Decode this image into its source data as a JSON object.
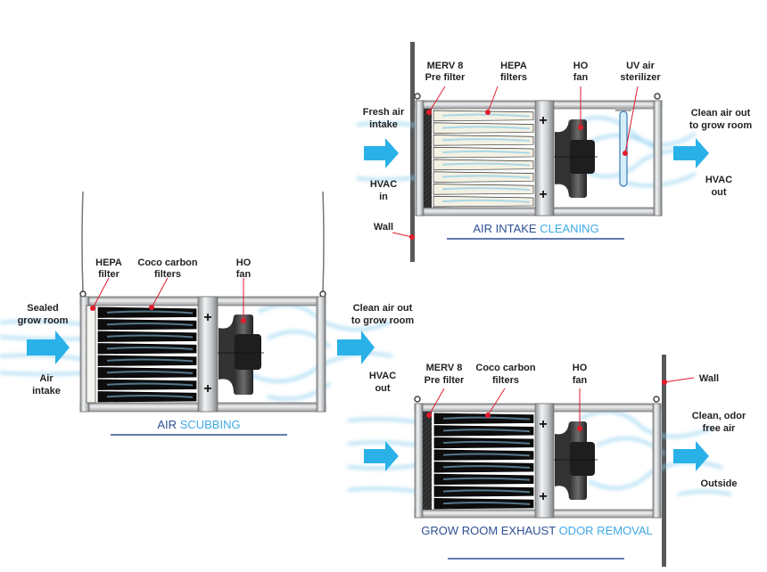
{
  "colors": {
    "title_dark": "#2e4f94",
    "title_light": "#3fa9e6",
    "arrow": "#29b1e8",
    "airflow": "#8fd0f0",
    "pointer": "#e21b2c",
    "frame": "#b9bcbf",
    "wall": "#58595b"
  },
  "diagrams": {
    "air_scrubbing": {
      "title_part1": "AIR",
      "title_part2": "SCUBBING",
      "labels": {
        "hepa_line1": "HEPA",
        "hepa_line2": "filter",
        "coco_line1": "Coco carbon",
        "coco_line2": "filters",
        "fan_line1": "HO",
        "fan_line2": "fan",
        "sealed_line1": "Sealed",
        "sealed_line2": "grow room",
        "intake_line1": "Air",
        "intake_line2": "intake",
        "clean_line1": "Clean air out",
        "clean_line2": "to grow room",
        "hvac_line1": "HVAC",
        "hvac_line2": "out"
      }
    },
    "air_intake_cleaning": {
      "title_part1": "AIR INTAKE",
      "title_part2": "CLEANING",
      "labels": {
        "merv_line1": "MERV 8",
        "merv_line2": "Pre filter",
        "hepa_line1": "HEPA",
        "hepa_line2": "filters",
        "fan_line1": "HO",
        "fan_line2": "fan",
        "uv_line1": "UV air",
        "uv_line2": "sterilizer",
        "fresh_line1": "Fresh air",
        "fresh_line2": "intake",
        "hvac_in_line1": "HVAC",
        "hvac_in_line2": "in",
        "wall": "Wall",
        "clean_line1": "Clean air out",
        "clean_line2": "to grow room",
        "hvac_out_line1": "HVAC",
        "hvac_out_line2": "out"
      }
    },
    "exhaust_odor_removal": {
      "title_part1": "GROW ROOM EXHAUST",
      "title_part2": "ODOR REMOVAL",
      "labels": {
        "merv_line1": "MERV 8",
        "merv_line2": "Pre filter",
        "coco_line1": "Coco carbon",
        "coco_line2": "filters",
        "fan_line1": "HO",
        "fan_line2": "fan",
        "wall": "Wall",
        "clean_line1": "Clean, odor",
        "clean_line2": "free air",
        "outside": "Outside"
      }
    }
  }
}
